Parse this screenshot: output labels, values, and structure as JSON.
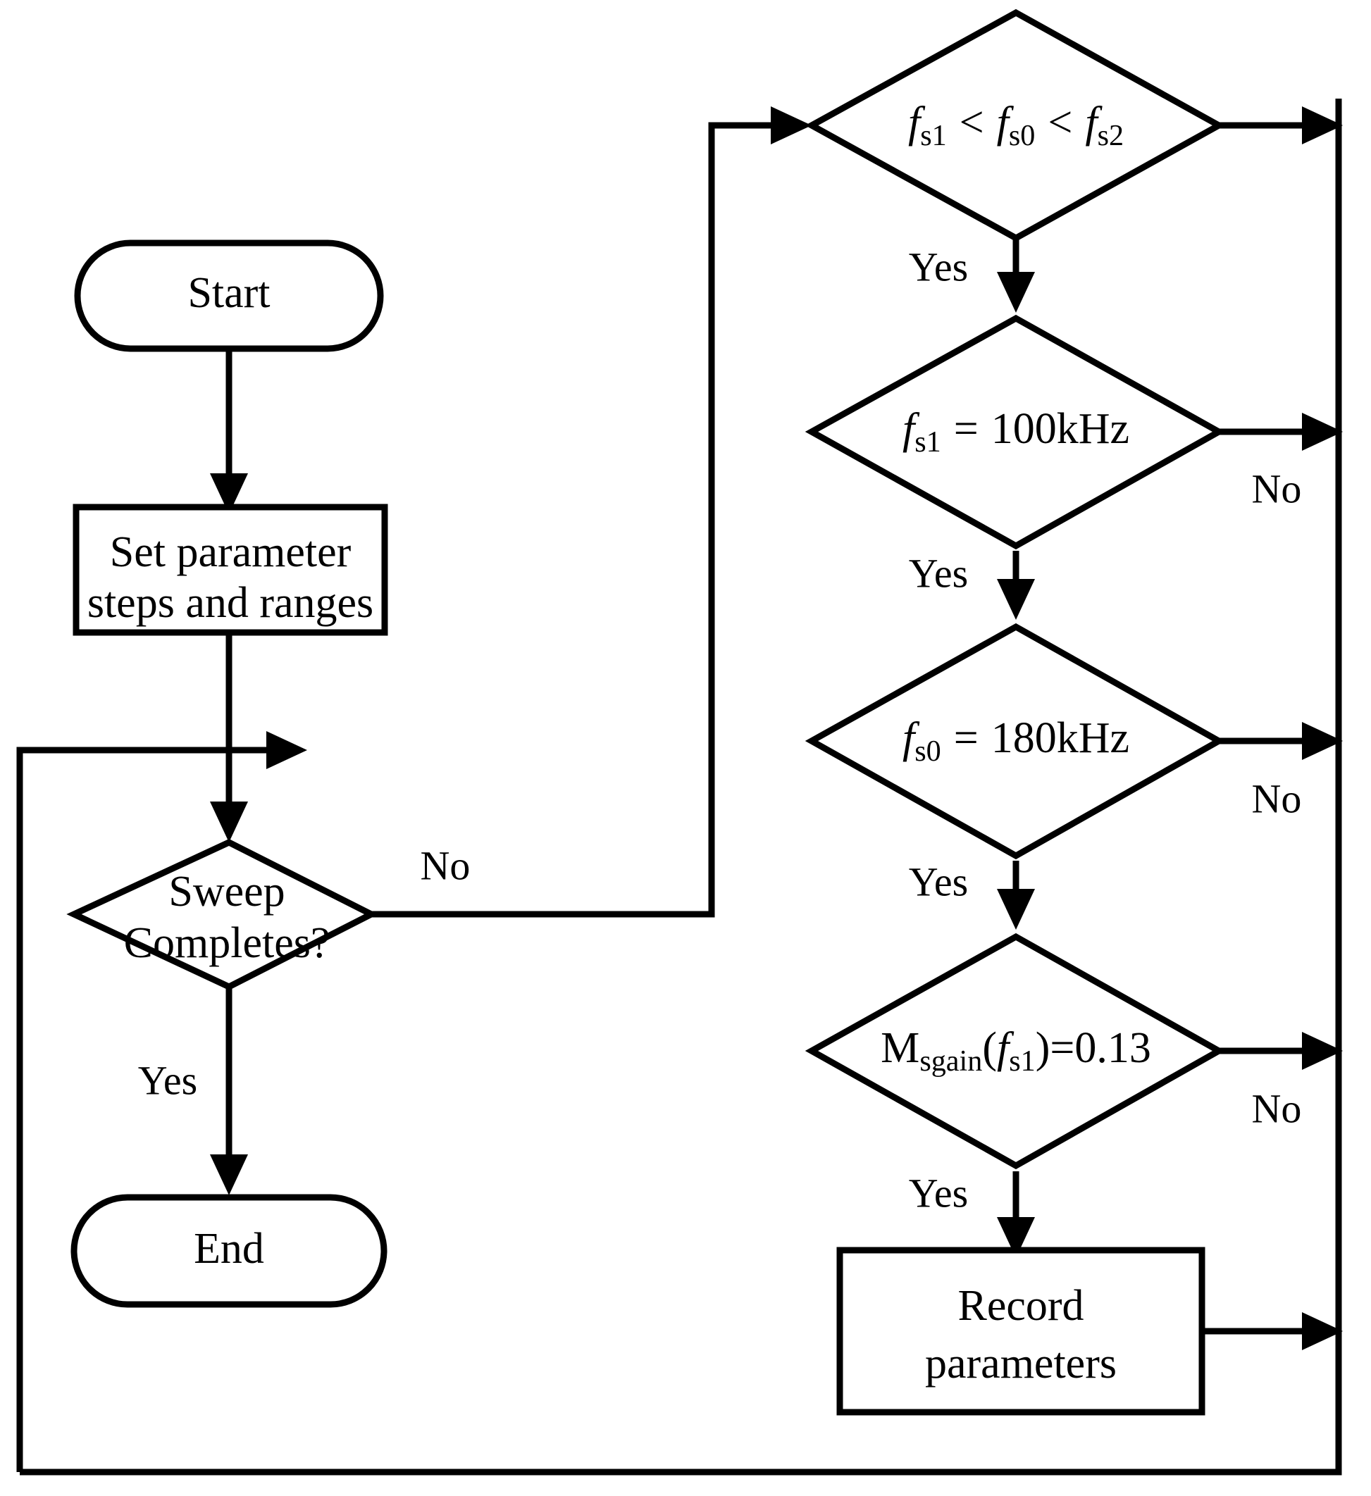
{
  "diagram": {
    "title": "Parameter sweep flowchart",
    "background_color": "#ffffff",
    "line_color": "#000000",
    "nodes": {
      "start": {
        "label": "Start",
        "shape": "terminator"
      },
      "set_parameters": {
        "line1": "Set parameter",
        "line2": "steps and ranges",
        "shape": "process"
      },
      "sweep_completes": {
        "line1": "Sweep",
        "line2": "Completes?",
        "shape": "decision"
      },
      "end": {
        "label": "End",
        "shape": "terminator"
      },
      "cond_range": {
        "shape": "decision",
        "var1": "f",
        "sub1": "s1",
        "op1": "<",
        "var2": "f",
        "sub2": "s0",
        "op2": "<",
        "var3": "f",
        "sub3": "s2"
      },
      "cond_fs1": {
        "shape": "decision",
        "var": "f",
        "sub": "s1",
        "op": "=",
        "value": "100kHz"
      },
      "cond_fs0": {
        "shape": "decision",
        "var": "f",
        "sub": "s0",
        "op": "=",
        "value": "180kHz"
      },
      "cond_msgain": {
        "shape": "decision",
        "fn": "M",
        "fn_sub": "sgain",
        "open": "(",
        "arg": "f",
        "arg_sub": "s1",
        "close": ")",
        "op": "=",
        "value": "0.13"
      },
      "record_parameters": {
        "line1": "Record",
        "line2": "parameters",
        "shape": "process"
      }
    },
    "edge_labels": {
      "sweep_no": "No",
      "sweep_yes": "Yes",
      "range_yes": "Yes",
      "fs1_no": "No",
      "fs1_yes": "Yes",
      "fs0_no": "No",
      "fs0_yes": "Yes",
      "msgain_no": "No",
      "msgain_yes": "Yes"
    }
  }
}
